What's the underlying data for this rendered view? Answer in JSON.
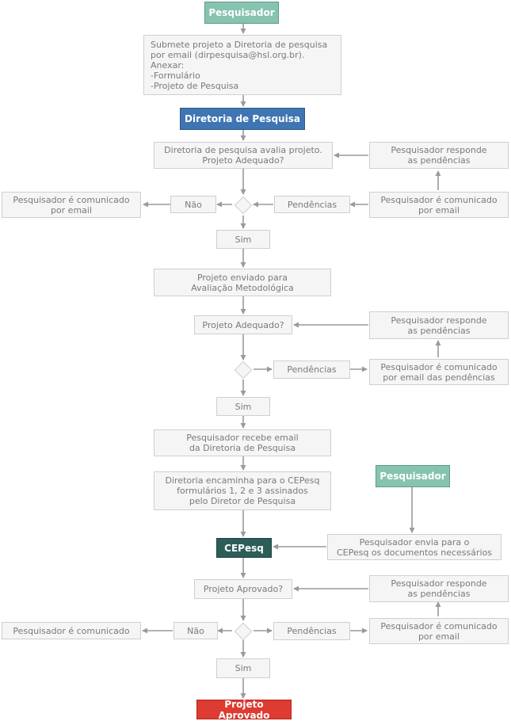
{
  "nodes": {
    "pesquisador_top": "Pesquisador",
    "submete": "Submete projeto a Diretoria de pesquisa\npor email (dirpesquisa@hsl.org.br).\nAnexar:\n-Formulário\n-Projeto de Pesquisa",
    "diretoria": "Diretoria de Pesquisa",
    "avalia": "Diretoria de pesquisa avalia projeto.\nProjeto Adequado?",
    "responde1": "Pesquisador responde\nas pendências",
    "comunicado_email1": "Pesquisador é comunicado\npor email",
    "pendencias1": "Pendências",
    "nao1": "Não",
    "comunicado_left1": "Pesquisador é comunicado\npor email",
    "sim1": "Sim",
    "enviado": "Projeto enviado para\nAvaliação Metodológica",
    "adequado2": "Projeto Adequado?",
    "responde2": "Pesquisador responde\nas pendências",
    "pendencias2": "Pendências",
    "comunicado_email2": "Pesquisador é comunicado\npor email das pendências",
    "sim2": "Sim",
    "recebe": "Pesquisador recebe email\nda Diretoria de Pesquisa",
    "encaminha": "Diretoria encaminha para o CEPesq\nformulários 1, 2 e 3 assinados\npelo Diretor de Pesquisa",
    "pesquisador_right": "Pesquisador",
    "envia": "Pesquisador envia para o\nCEPesq os documentos necessários",
    "cepesq": "CEPesq",
    "aprovado_q": "Projeto Aprovado?",
    "responde3": "Pesquisador responde\nas pendências",
    "comunicado_left3": "Pesquisador é comunicado",
    "nao3": "Não",
    "pendencias3": "Pendências",
    "comunicado_email3": "Pesquisador é comunicado\npor email",
    "sim3": "Sim",
    "aprovado": "Projeto Aprovado"
  },
  "colors": {
    "teal": "#86c3b0",
    "blue": "#3e75b2",
    "dark_teal": "#2c5e58",
    "red": "#de3b32",
    "connector": "#9a9a9a"
  }
}
